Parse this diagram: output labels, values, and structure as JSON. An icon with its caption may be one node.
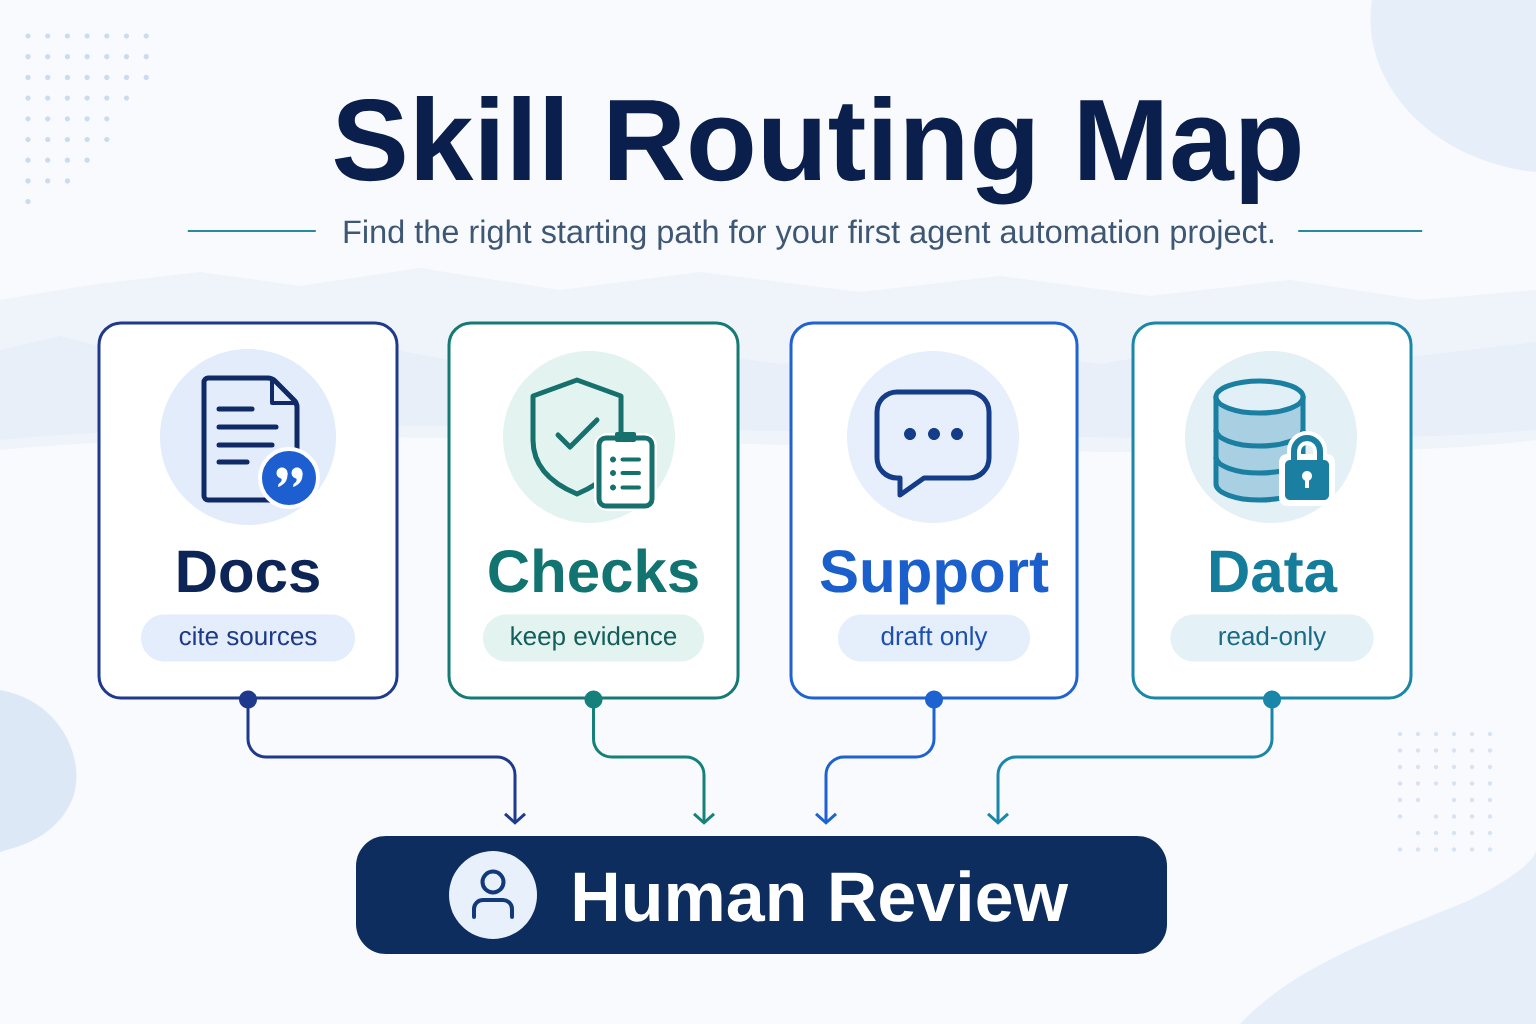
{
  "diagram": {
    "title": "Skill Routing Map",
    "nodes": [
      {
        "text": [
          "Docs",
          "cite sources"
        ]
      },
      {
        "text": [
          "Checks",
          "keep evidence"
        ]
      },
      {
        "text": [
          "Support",
          "draft only"
        ]
      },
      {
        "text": [
          "Data",
          "read-only"
        ]
      },
      {
        "text": [
          "Human Review"
        ]
      }
    ],
    "edges": [
      {
        "from": 0,
        "to": 4,
        "arrow": "to",
        "color": "#1f3a8c"
      },
      {
        "from": 1,
        "to": 4,
        "arrow": "to",
        "color": "#16807a"
      },
      {
        "from": 2,
        "to": 4,
        "arrow": "to",
        "color": "#1d62d0"
      },
      {
        "from": 3,
        "to": 4,
        "arrow": "to",
        "color": "#1a86aa"
      }
    ],
    "labels": [
      "Find the right starting path for your first agent automation project."
    ]
  }
}
